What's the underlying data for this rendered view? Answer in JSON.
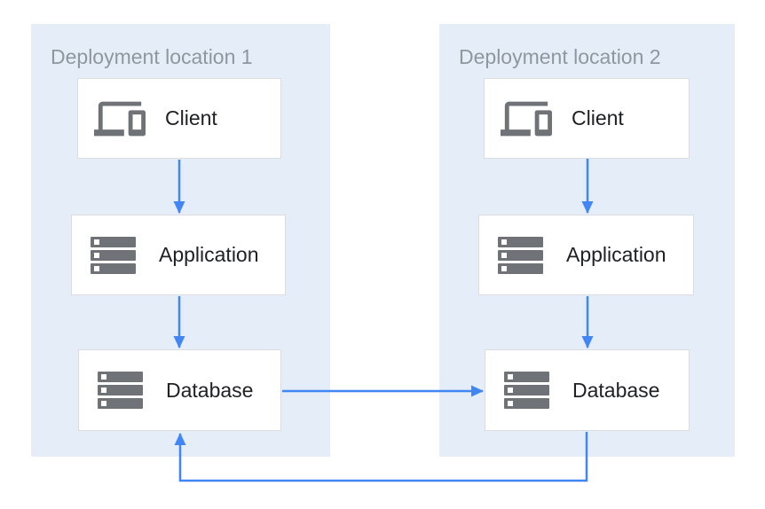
{
  "diagram": {
    "zones": [
      {
        "title": "Deployment location 1",
        "nodes": [
          {
            "label": "Client",
            "icon": "devices-icon"
          },
          {
            "label": "Application",
            "icon": "server-stack-icon"
          },
          {
            "label": "Database",
            "icon": "server-stack-icon"
          }
        ]
      },
      {
        "title": "Deployment location 2",
        "nodes": [
          {
            "label": "Client",
            "icon": "devices-icon"
          },
          {
            "label": "Application",
            "icon": "server-stack-icon"
          },
          {
            "label": "Database",
            "icon": "server-stack-icon"
          }
        ]
      }
    ],
    "edges": [
      {
        "from": "client-1",
        "to": "application-1",
        "direction": "down"
      },
      {
        "from": "application-1",
        "to": "database-1",
        "direction": "down"
      },
      {
        "from": "client-2",
        "to": "application-2",
        "direction": "down"
      },
      {
        "from": "application-2",
        "to": "database-2",
        "direction": "down"
      },
      {
        "from": "database-1",
        "to": "database-2",
        "direction": "right"
      },
      {
        "from": "database-2",
        "to": "database-1",
        "direction": "bottom-loop"
      }
    ],
    "colors": {
      "zone_fill": "#E5EEF8",
      "node_fill": "#FFFFFF",
      "node_border": "#DADCE0",
      "arrow": "#4285F4",
      "icon_gray": "#6F7377",
      "title_text": "#8F969E",
      "label_text": "#202124",
      "background": "#FFFFFF"
    }
  }
}
